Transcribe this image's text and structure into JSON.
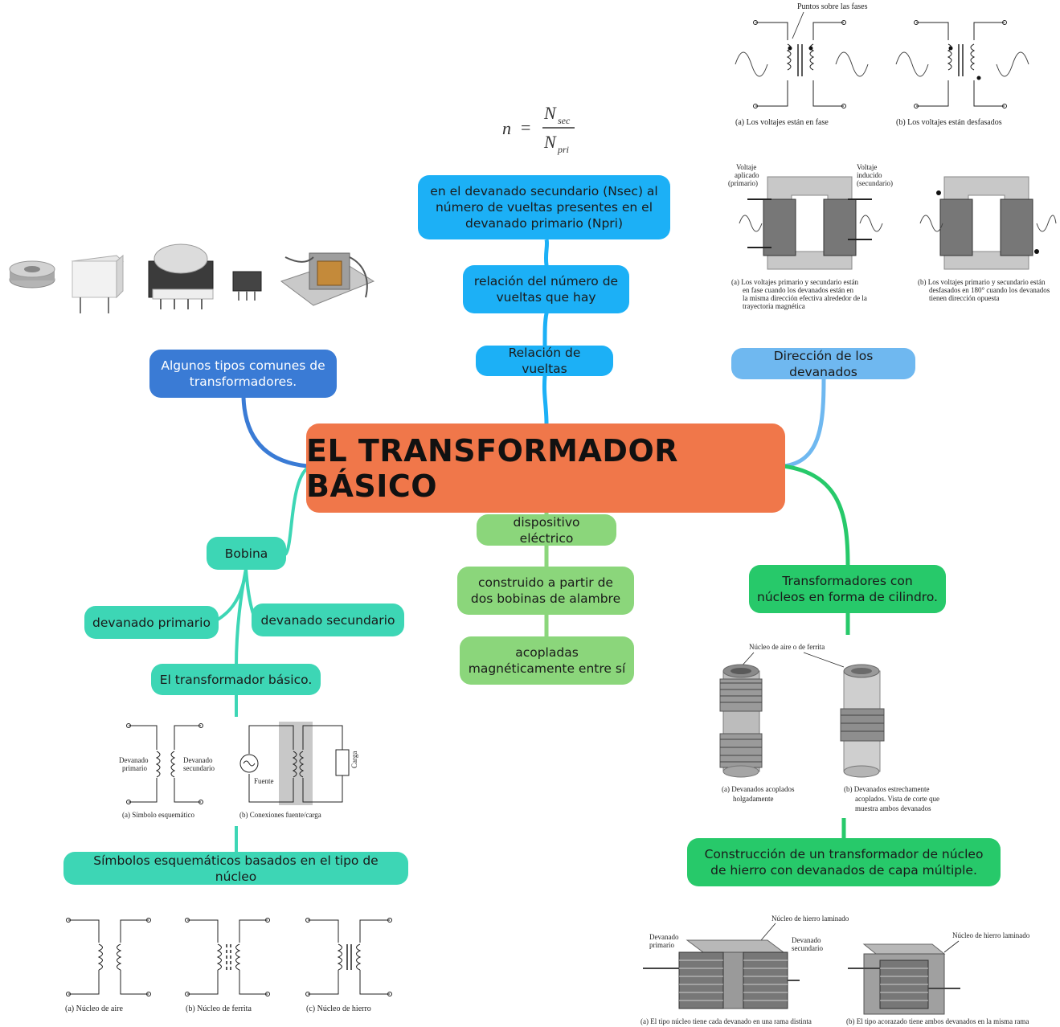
{
  "central": "EL TRANSFORMADOR BÁSICO",
  "top_branch": {
    "relacion_vueltas": "Relación de vueltas",
    "relacion_numero": "relación del número de vueltas que hay",
    "devanado_secundario_def": "en el devanado secundario (Nsec) al número de vueltas presentes en el devanado primario (Npri)",
    "formula": {
      "lhs": "n",
      "eq": "=",
      "num": "N",
      "num_sub": "sec",
      "den": "N",
      "den_sub": "pri"
    }
  },
  "left_branch": {
    "tipos": "Algunos tipos comunes de transformadores.",
    "bobina": "Bobina",
    "devanado_primario": "devanado primario",
    "devanado_secundario": "devanado secundario",
    "transformador_basico": "El transformador básico.",
    "simbolos": "Símbolos esquemáticos basados en el tipo de núcleo"
  },
  "middle_branch": {
    "dispositivo": "dispositivo eléctrico",
    "construido": "construido a partir de dos bobinas de alambre",
    "acopladas": "acopladas magnéticamente entre sí"
  },
  "right_branch": {
    "direccion": "Dirección de los devanados",
    "cilindro": "Transformadores con núcleos en forma de cilindro.",
    "construccion": "Construcción de un transformador de núcleo de hierro con devanados de capa múltiple."
  },
  "figures": {
    "fases": {
      "title": "Puntos sobre las fases",
      "cap_a": "(a) Los voltajes están en fase",
      "cap_b": "(b) Los voltajes están desfasados"
    },
    "direccion": {
      "lbl_aplicado": [
        "Voltaje",
        "aplicado",
        "(primario)"
      ],
      "lbl_inducido": [
        "Voltaje",
        "inducido",
        "(secundario)"
      ],
      "cap_a": [
        "(a)  Los voltajes primario y secundario están",
        "en fase cuando los devanados están en",
        "la misma dirección efectiva alrededor de la",
        "trayectoria magnética"
      ],
      "cap_b": [
        "(b) Los voltajes primario y secundario están",
        "desfasados en 180° cuando los devanados",
        "tienen dirección opuesta"
      ]
    },
    "cilindro": {
      "title": "Núcleo de aire o de ferrita",
      "cap_a": [
        "(a) Devanados acoplados",
        "holgadamente"
      ],
      "cap_b": [
        "(b) Devanados estrechamente",
        "acoplados. Vista de corte que",
        "muestra ambos devanados"
      ]
    },
    "basico": {
      "devanado_primario": [
        "Devanado",
        "primario"
      ],
      "devanado_secundario": [
        "Devanado",
        "secundario"
      ],
      "fuente": "Fuente",
      "carga": "Carga",
      "cap_a": "(a) Símbolo esquemático",
      "cap_b": "(b) Conexiones fuente/carga"
    },
    "nucleos": {
      "cap_a": "(a) Núcleo de aire",
      "cap_b": "(b) Núcleo de ferrita",
      "cap_c": "(c) Núcleo de hierro"
    },
    "hierro": {
      "lbl_laminado": "Núcleo de hierro laminado",
      "lbl_primario": [
        "Devanado",
        "primario"
      ],
      "lbl_secundario": [
        "Devanado",
        "secundario"
      ],
      "lbl_laminado_b": "Núcleo de hierro laminado",
      "cap_a": "(a) El tipo núcleo tiene cada devanado en una rama distinta",
      "cap_b": "(b) El tipo acorazado tiene ambos devanados en la misma rama"
    }
  },
  "colors": {
    "central": "#f0774a",
    "blue": "#1cb0f6",
    "light_blue": "#6fb8f0",
    "dark_blue": "#3a7bd5",
    "teal": "#3dd6b5",
    "light_green": "#8bd67b",
    "green": "#27c96a"
  }
}
